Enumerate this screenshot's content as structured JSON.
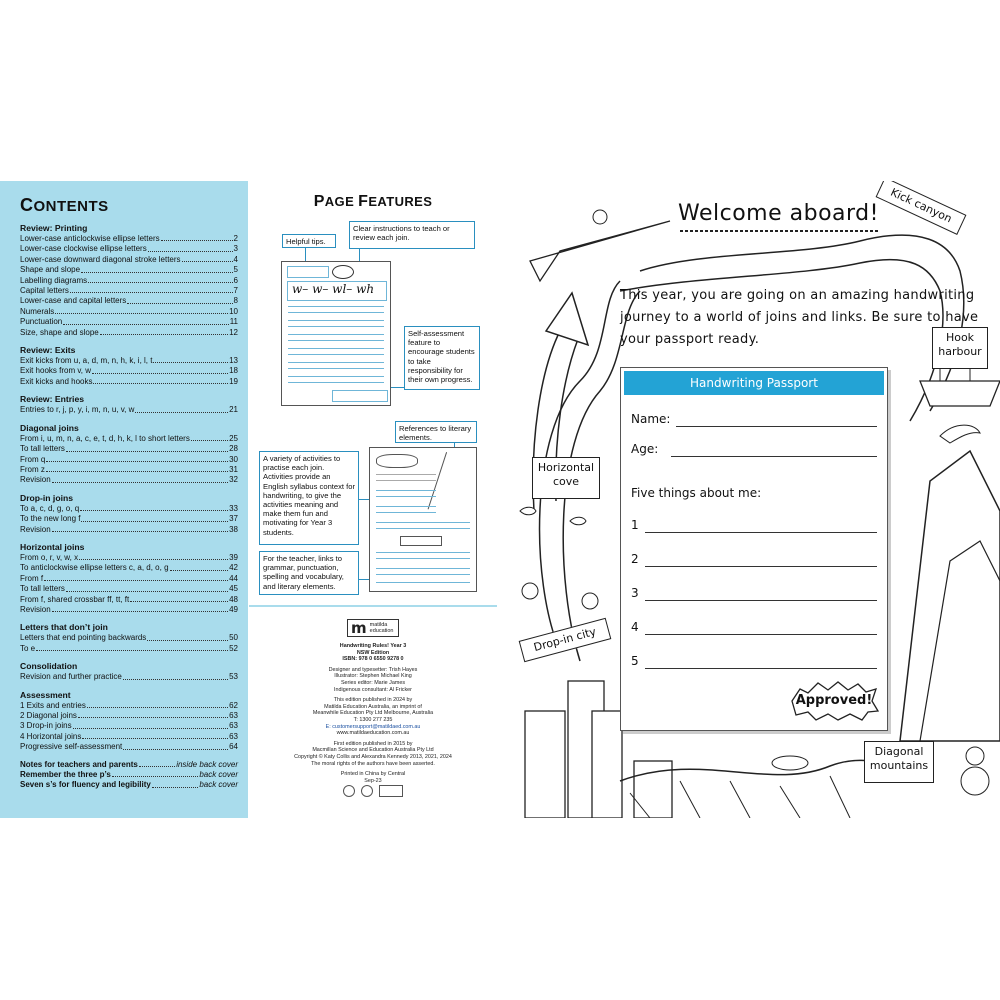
{
  "contents": {
    "title": "Contents",
    "sections": [
      {
        "title": "Review: Printing",
        "items": [
          {
            "label": "Lower-case anticlockwise ellipse letters",
            "page": "2"
          },
          {
            "label": "Lower-case clockwise ellipse letters",
            "page": "3"
          },
          {
            "label": "Lower-case downward diagonal stroke letters",
            "page": "4"
          },
          {
            "label": "Shape and slope",
            "page": "5"
          },
          {
            "label": "Labelling diagrams",
            "page": "6"
          },
          {
            "label": "Capital letters",
            "page": "7"
          },
          {
            "label": "Lower-case and capital letters",
            "page": "8"
          },
          {
            "label": "Numerals",
            "page": "10"
          },
          {
            "label": "Punctuation",
            "page": "11"
          },
          {
            "label": "Size, shape and slope",
            "page": "12"
          }
        ]
      },
      {
        "title": "Review: Exits",
        "items": [
          {
            "label": "Exit kicks from u, a, d, m, n, h, k, i, l, t",
            "page": "13"
          },
          {
            "label": "Exit hooks from v, w",
            "page": "18"
          },
          {
            "label": "Exit kicks and hooks",
            "page": "19"
          }
        ]
      },
      {
        "title": "Review: Entries",
        "items": [
          {
            "label": "Entries to r, j, p, y, i, m, n, u, v, w",
            "page": "21"
          }
        ]
      },
      {
        "title": "Diagonal joins",
        "items": [
          {
            "label": "From i, u, m, n, a, c, e, t, d, h, k, l to short letters",
            "page": "25"
          },
          {
            "label": "To tall letters",
            "page": "28"
          },
          {
            "label": "From q",
            "page": "30"
          },
          {
            "label": "From z",
            "page": "31"
          },
          {
            "label": "Revision",
            "page": "32"
          }
        ]
      },
      {
        "title": "Drop-in joins",
        "items": [
          {
            "label": "To a, c, d, g, o, q",
            "page": "33"
          },
          {
            "label": "To the new long f",
            "page": "37"
          },
          {
            "label": "Revision",
            "page": "38"
          }
        ]
      },
      {
        "title": "Horizontal joins",
        "items": [
          {
            "label": "From o, r, v, w, x",
            "page": "39"
          },
          {
            "label": "To anticlockwise ellipse letters c, a, d, o, g",
            "page": "42"
          },
          {
            "label": "From f",
            "page": "44"
          },
          {
            "label": "To tall letters",
            "page": "45"
          },
          {
            "label": "From f, shared crossbar ff, tt, ft",
            "page": "48"
          },
          {
            "label": "Revision",
            "page": "49"
          }
        ]
      },
      {
        "title": "Letters that don’t join",
        "items": [
          {
            "label": "Letters that end pointing backwards",
            "page": "50"
          },
          {
            "label": "To e",
            "page": "52"
          }
        ]
      },
      {
        "title": "Consolidation",
        "items": [
          {
            "label": "Revision and further practice",
            "page": "53"
          }
        ]
      },
      {
        "title": "Assessment",
        "items": [
          {
            "label": "1 Exits and entries",
            "page": "62"
          },
          {
            "label": "2 Diagonal joins",
            "page": "63"
          },
          {
            "label": "3 Drop-in joins",
            "page": "63"
          },
          {
            "label": "4 Horizontal joins",
            "page": "63"
          },
          {
            "label": "Progressive self-assessment",
            "page": "64"
          }
        ]
      }
    ],
    "extras": [
      {
        "label": "Notes for teachers and parents",
        "page": "inside back cover"
      },
      {
        "label": "Remember the three p’s",
        "page": "back cover"
      },
      {
        "label": "Seven s’s for fluency and legibility",
        "page": "back cover"
      }
    ]
  },
  "features": {
    "title": "Page Features",
    "callouts": {
      "tips": "Helpful tips.",
      "instructions": "Clear instructions to teach or review each join.",
      "self_assessment": "Self-assessment feature to encourage students to take responsibility for their own progress.",
      "references": "References to literary elements.",
      "activities": "A variety of activities to practise each join. Activities provide an English syllabus context for handwriting, to give the activities meaning and make them fun and motivating for Year 3 students.",
      "teacher": "For the teacher, links to grammar, punctuation, spelling and vocabulary, and literary elements."
    },
    "thumb_text": "w– w– wl– wh"
  },
  "imprint": {
    "logo_letter": "m",
    "logo_name_1": "matilda",
    "logo_name_2": "education",
    "lines": [
      {
        "text": "Handwriting Rules! Year 3",
        "bold": true
      },
      {
        "text": "NSW Edition",
        "bold": true
      },
      {
        "text": "ISBN: 978 0 6550 9278 0",
        "bold": true
      },
      {
        "text": "",
        "gap": true
      },
      {
        "text": "Designer and typesetter: Trish Hayes"
      },
      {
        "text": "Illustrator: Stephen Michael King"
      },
      {
        "text": "Series editor: Marie James"
      },
      {
        "text": "Indigenous consultant: Al Fricker"
      },
      {
        "text": "",
        "gap": true
      },
      {
        "text": "This edition published in 2024 by"
      },
      {
        "text": "Matilda Education Australia, an imprint of"
      },
      {
        "text": "Meanwhile Education Pty Ltd Melbourne, Australia"
      },
      {
        "text": "T: 1300 277 235"
      },
      {
        "text": "E: customersupport@matildaed.com.au",
        "link": true
      },
      {
        "text": "www.matildaeducation.com.au"
      },
      {
        "text": "",
        "gap": true
      },
      {
        "text": "First edition published in 2015 by"
      },
      {
        "text": "Macmillan Science and Education Australia Pty Ltd"
      },
      {
        "text": "Copyright © Katy Collis and Alexandra Kennedy 2013, 2021, 2024"
      },
      {
        "text": "The moral rights of the authors have been asserted."
      },
      {
        "text": "",
        "gap": true
      },
      {
        "text": "Printed in China by Central"
      },
      {
        "text": "Sep-23"
      }
    ]
  },
  "passport_page": {
    "title": "Welcome aboard!",
    "intro": "This year, you are going on an amazing handwriting journey to a world of joins and links. Be sure to have your passport ready.",
    "passport_title": "Handwriting Passport",
    "name_label": "Name:",
    "age_label": "Age:",
    "five_things_label": "Five things about me:",
    "numbers": [
      "1",
      "2",
      "3",
      "4",
      "5"
    ],
    "approved": "Approved!",
    "signs": {
      "kick_canyon": "Kick canyon",
      "hook_harbour_1": "Hook",
      "hook_harbour_2": "harbour",
      "horizontal_cove_1": "Horizontal",
      "horizontal_cove_2": "cove",
      "drop_in_city": "Drop-in city",
      "diagonal_mountains_1": "Diagonal",
      "diagonal_mountains_2": "mountains"
    }
  }
}
